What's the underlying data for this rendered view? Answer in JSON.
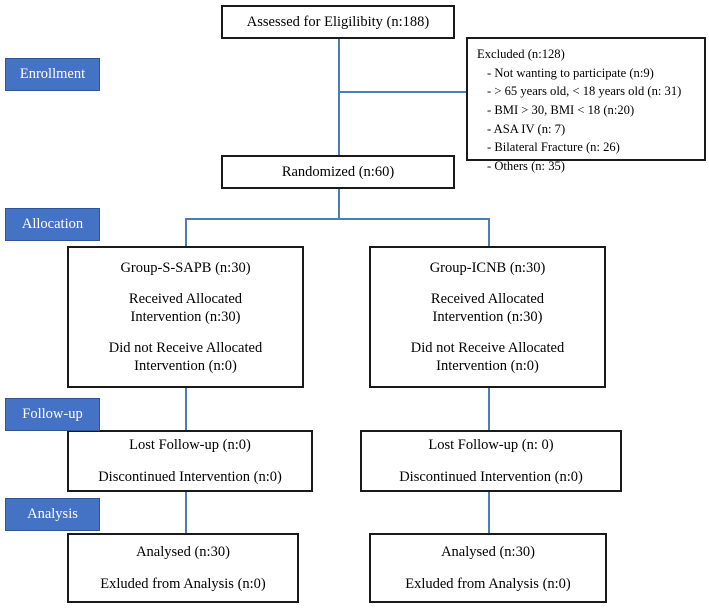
{
  "diagram": {
    "title": "CONSORT participant flow diagram",
    "accent_color": "#4472C4",
    "connector_color": "#4a7ebb",
    "box_border_color": "#1a1a1a"
  },
  "stages": [
    {
      "id": "enrollment",
      "label": "Enrollment"
    },
    {
      "id": "allocation",
      "label": "Allocation"
    },
    {
      "id": "followup",
      "label": "Follow-up"
    },
    {
      "id": "analysis",
      "label": "Analysis"
    }
  ],
  "nodes": {
    "assessed": {
      "line1": "Assessed for Eligilibity (n:188)"
    },
    "randomized": {
      "line1": "Randomized (n:60)"
    },
    "excluded": {
      "header": "Excluded (n:128)",
      "reasons": [
        "- Not wanting to participate (n:9)",
        "- > 65 years old, < 18 years old (n: 31)",
        "- BMI > 30, BMI < 18 (n:20)",
        "- ASA IV (n: 7)",
        "- Bilateral Fracture (n: 26)",
        "- Others (n: 35)"
      ]
    },
    "alloc_left": {
      "line1": "Group-S-SAPB (n:30)",
      "line2": "Received Allocated",
      "line3": "Intervention (n:30)",
      "line4": "Did not Receive Allocated",
      "line5": "Intervention (n:0)"
    },
    "alloc_right": {
      "line1": "Group-ICNB (n:30)",
      "line2": "Received Allocated",
      "line3": "Intervention (n:30)",
      "line4": "Did not Receive Allocated",
      "line5": "Intervention (n:0)"
    },
    "followup_left": {
      "line1": "Lost Follow-up (n:0)",
      "line2": "Discontinued Intervention (n:0)"
    },
    "followup_right": {
      "line1": "Lost Follow-up (n: 0)",
      "line2": "Discontinued Intervention (n:0)"
    },
    "analysis_left": {
      "line1": "Analysed (n:30)",
      "line2": "Exluded from Analysis (n:0)"
    },
    "analysis_right": {
      "line1": "Analysed (n:30)",
      "line2": "Exluded from Analysis (n:0)"
    }
  }
}
